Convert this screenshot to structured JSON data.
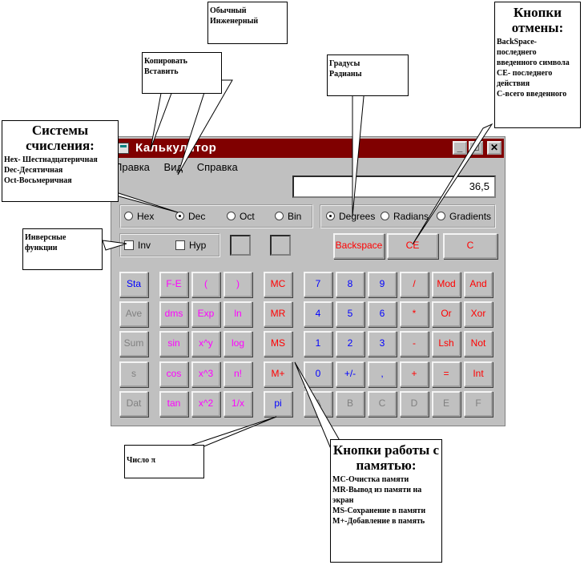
{
  "window": {
    "title": "Калькулятор",
    "min": "_",
    "max": "□",
    "close": "✕"
  },
  "menu": [
    "Правка",
    "Вид",
    "Справка"
  ],
  "display": "36,5",
  "bases": [
    {
      "label": "Hex",
      "selected": false
    },
    {
      "label": "Dec",
      "selected": true
    },
    {
      "label": "Oct",
      "selected": false
    },
    {
      "label": "Bin",
      "selected": false
    }
  ],
  "angles": [
    {
      "label": "Degrees",
      "selected": true
    },
    {
      "label": "Radians",
      "selected": false
    },
    {
      "label": "Gradients",
      "selected": false
    }
  ],
  "checks": [
    "Inv",
    "Hyp"
  ],
  "clear": [
    "Backspace",
    "CE",
    "C"
  ],
  "keypad": [
    [
      [
        "Sta",
        "blue"
      ],
      [
        "F-E",
        "mag"
      ],
      [
        "(",
        "mag"
      ],
      [
        ")",
        "mag"
      ],
      [
        "MC",
        "red"
      ],
      [
        "7",
        "blue"
      ],
      [
        "8",
        "blue"
      ],
      [
        "9",
        "blue"
      ],
      [
        "/",
        "red"
      ],
      [
        "Mod",
        "red"
      ],
      [
        "And",
        "red"
      ]
    ],
    [
      [
        "Ave",
        "gray"
      ],
      [
        "dms",
        "mag"
      ],
      [
        "Exp",
        "mag"
      ],
      [
        "ln",
        "mag"
      ],
      [
        "MR",
        "red"
      ],
      [
        "4",
        "blue"
      ],
      [
        "5",
        "blue"
      ],
      [
        "6",
        "blue"
      ],
      [
        "*",
        "red"
      ],
      [
        "Or",
        "red"
      ],
      [
        "Xor",
        "red"
      ]
    ],
    [
      [
        "Sum",
        "gray"
      ],
      [
        "sin",
        "mag"
      ],
      [
        "x^y",
        "mag"
      ],
      [
        "log",
        "mag"
      ],
      [
        "MS",
        "red"
      ],
      [
        "1",
        "blue"
      ],
      [
        "2",
        "blue"
      ],
      [
        "3",
        "blue"
      ],
      [
        "-",
        "red"
      ],
      [
        "Lsh",
        "red"
      ],
      [
        "Not",
        "red"
      ]
    ],
    [
      [
        "s",
        "gray"
      ],
      [
        "cos",
        "mag"
      ],
      [
        "x^3",
        "mag"
      ],
      [
        "n!",
        "mag"
      ],
      [
        "M+",
        "red"
      ],
      [
        "0",
        "blue"
      ],
      [
        "+/-",
        "blue"
      ],
      [
        ",",
        "blue"
      ],
      [
        "+",
        "red"
      ],
      [
        "=",
        "red"
      ],
      [
        "Int",
        "red"
      ]
    ],
    [
      [
        "Dat",
        "gray"
      ],
      [
        "tan",
        "mag"
      ],
      [
        "x^2",
        "mag"
      ],
      [
        "1/x",
        "mag"
      ],
      [
        "pi",
        "blue"
      ],
      [
        "A",
        "gray"
      ],
      [
        "B",
        "gray"
      ],
      [
        "C",
        "gray"
      ],
      [
        "D",
        "gray"
      ],
      [
        "E",
        "gray"
      ],
      [
        "F",
        "gray"
      ]
    ]
  ],
  "callouts": {
    "view": [
      "Обычный",
      "Инженерный"
    ],
    "edit": [
      "Копировать",
      "Вставить"
    ],
    "angle": [
      "Градусы",
      "Радианы"
    ],
    "cancel": {
      "head": "Кнопки отмены:",
      "lines": [
        "BackSpace- последнего введенного символа",
        "CE- последнего действия",
        "C-всего введенного"
      ]
    },
    "systems": {
      "head": "Системы счисления:",
      "lines": [
        "Hex- Шестнадцатеричная",
        "Dec-Десятичная",
        "Oct-Восьмеричная"
      ]
    },
    "inverse": "Инверсные функции",
    "pi": "Число π",
    "memory": {
      "head": "Кнопки работы с памятью:",
      "lines": [
        "MC-Очистка памяти",
        "MR-Вывод из памяти на экран",
        "MS-Сохранение в памяти",
        "M+-Добавление в память"
      ]
    }
  }
}
